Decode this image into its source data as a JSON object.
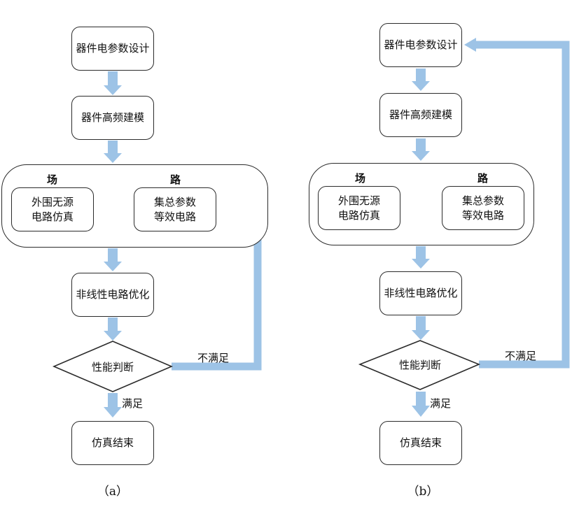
{
  "diagram_a": {
    "box1": "器件电参数设计",
    "box2": "器件高频建模",
    "field_label": "场",
    "road_label": "路",
    "field_box_line1": "外围无源",
    "field_box_line2": "电路仿真",
    "road_box_line1": "集总参数",
    "road_box_line2": "等效电路",
    "box4": "非线性电路优化",
    "decision": "性能判断",
    "no_label": "不满足",
    "yes_label": "满足",
    "end": "仿真结束",
    "caption": "（a）"
  },
  "diagram_b": {
    "box1": "器件电参数设计",
    "box2": "器件高频建模",
    "field_label": "场",
    "road_label": "路",
    "field_box_line1": "外围无源",
    "field_box_line2": "电路仿真",
    "road_box_line1": "集总参数",
    "road_box_line2": "等效电路",
    "box4": "非线性电路优化",
    "decision": "性能判断",
    "no_label": "不满足",
    "yes_label": "满足",
    "end": "仿真结束",
    "caption": "（b）"
  },
  "colors": {
    "arrow": "#9dc3e6",
    "border": "#2b2b2b"
  }
}
